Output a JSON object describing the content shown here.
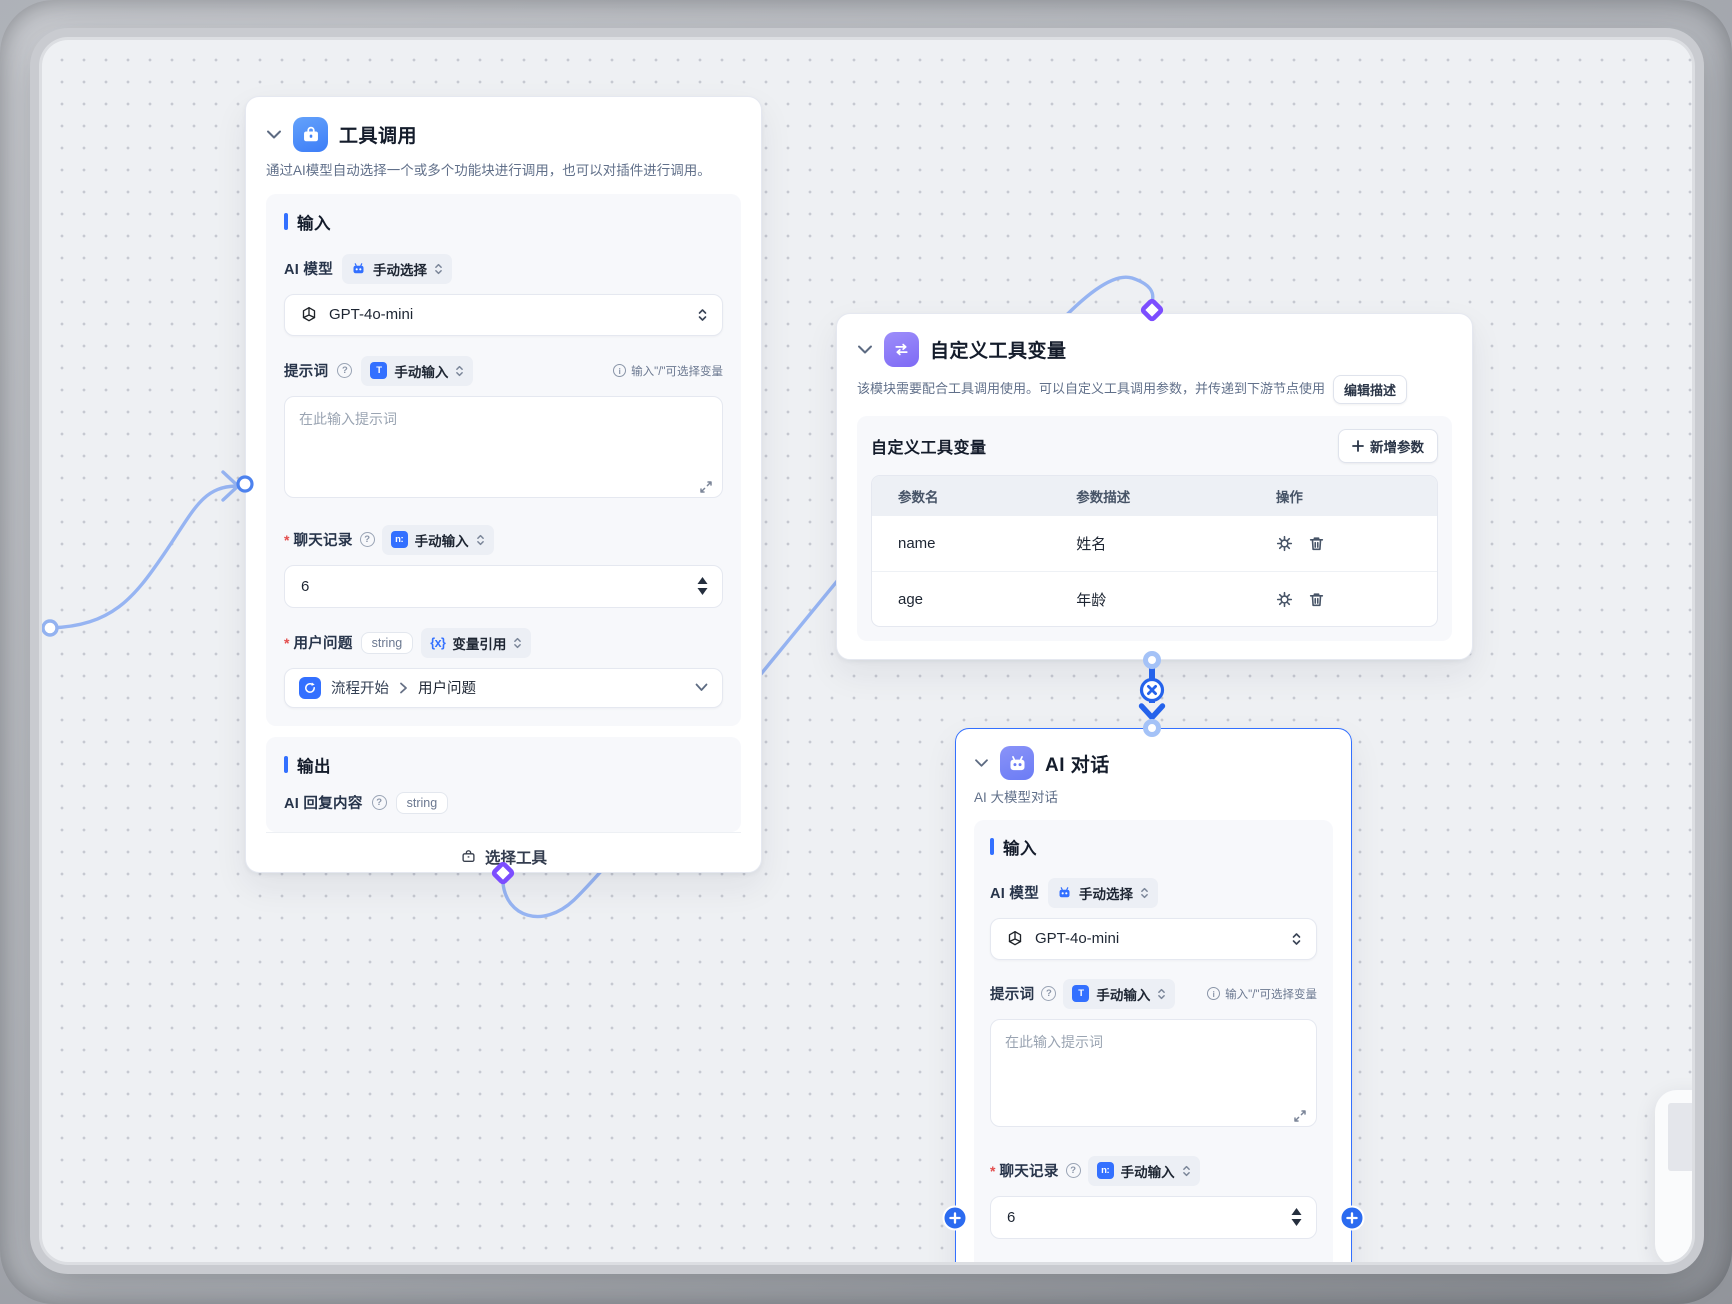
{
  "colors": {
    "primary": "#3370ff",
    "selected_border": "#3370ff",
    "connector_line": "#94b3f2",
    "connector_strong": "#2563eb",
    "diamond_handle": "#7c4dff",
    "canvas_bg": "#eef0f3"
  },
  "icons": {
    "help_glyph": "?",
    "info_glyph": "i",
    "variable_ref_glyph": "{x}",
    "prompt_input_glyph": "T",
    "history_input_glyph": "n:"
  },
  "nodes": {
    "tool_call": {
      "title": "工具调用",
      "description": "通过AI模型自动选择一个或多个功能块进行调用，也可以对插件进行调用。",
      "input_section_title": "输入",
      "model_label": "AI 模型",
      "model_mode": "手动选择",
      "model_value": "GPT-4o-mini",
      "prompt_label": "提示词",
      "prompt_mode": "手动输入",
      "prompt_hint": "输入\"/\"可选择变量",
      "prompt_placeholder": "在此输入提示词",
      "history_label": "聊天记录",
      "history_mode": "手动输入",
      "history_value": "6",
      "question_label": "用户问题",
      "question_type": "string",
      "question_mode": "变量引用",
      "question_ref_source": "流程开始",
      "question_ref_field": "用户问题",
      "output_section_title": "输出",
      "output_label": "AI 回复内容",
      "output_type": "string",
      "select_tool_button": "选择工具"
    },
    "custom_vars": {
      "title": "自定义工具变量",
      "description": "该模块需要配合工具调用使用。可以自定义工具调用参数，并传递到下游节点使用",
      "edit_description_button": "编辑描述",
      "panel_title": "自定义工具变量",
      "add_param_button": "新增参数",
      "table": {
        "headers": [
          "参数名",
          "参数描述",
          "操作"
        ],
        "rows": [
          {
            "name": "name",
            "description": "姓名"
          },
          {
            "name": "age",
            "description": "年龄"
          }
        ]
      }
    },
    "ai_chat": {
      "title": "AI 对话",
      "subtitle": "AI 大模型对话",
      "input_section_title": "输入",
      "model_label": "AI 模型",
      "model_mode": "手动选择",
      "model_value": "GPT-4o-mini",
      "prompt_label": "提示词",
      "prompt_mode": "手动输入",
      "prompt_hint": "输入\"/\"可选择变量",
      "prompt_placeholder": "在此输入提示词",
      "history_label": "聊天记录",
      "history_mode": "手动输入",
      "history_value": "6"
    }
  }
}
